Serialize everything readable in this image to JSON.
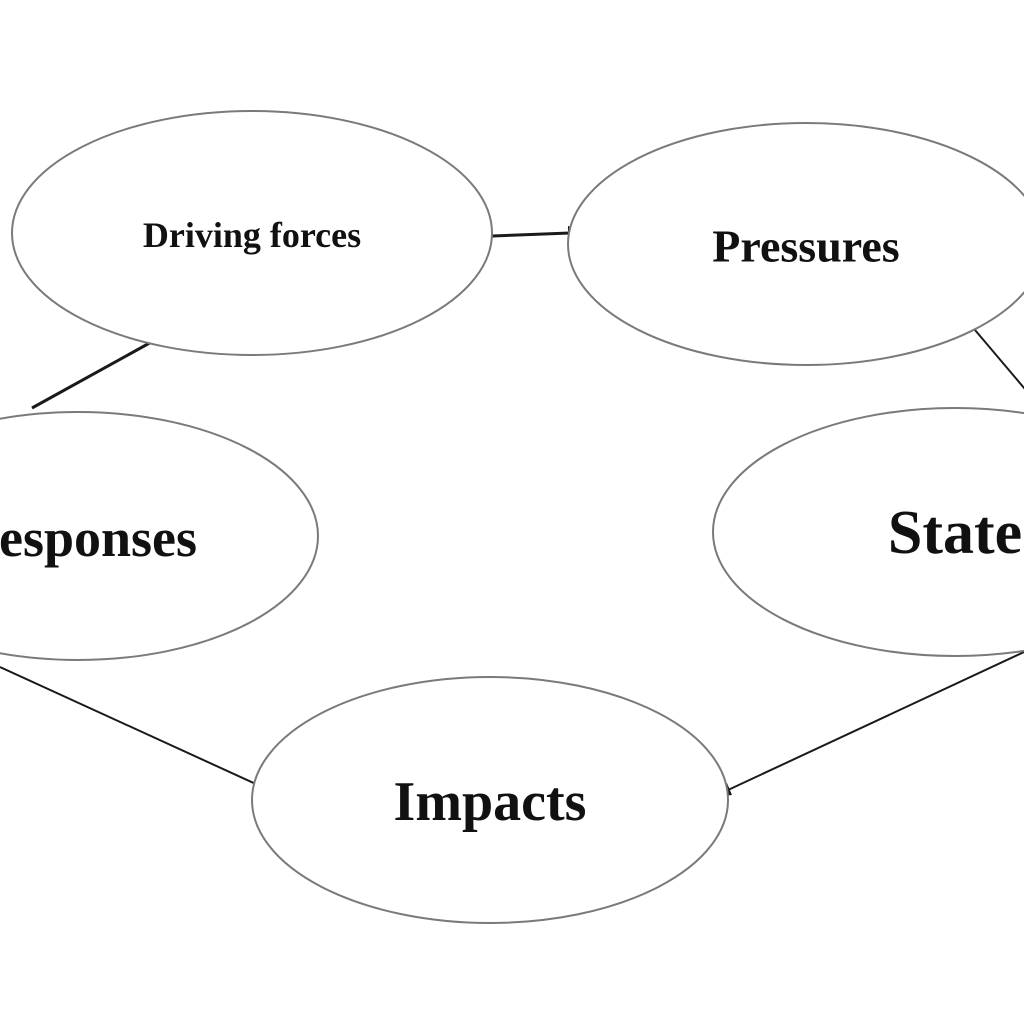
{
  "nodes": {
    "driving_forces": "Driving forces",
    "pressures": "Pressures",
    "state": "State",
    "impacts": "Impacts",
    "responses": "esponses"
  }
}
